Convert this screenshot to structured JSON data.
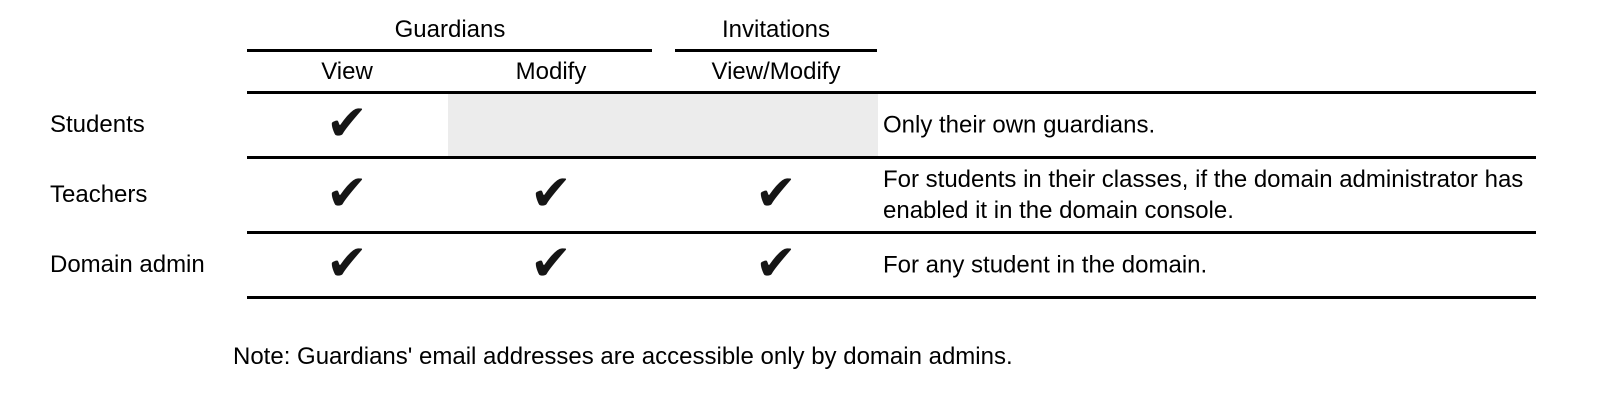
{
  "table": {
    "column_groups": [
      {
        "label": "Guardians",
        "columns": [
          "View",
          "Modify"
        ]
      },
      {
        "label": "Invitations",
        "columns": [
          "View/Modify"
        ]
      }
    ],
    "sub_columns": [
      "View",
      "Modify",
      "View/Modify"
    ],
    "check_glyph": "✔",
    "rows": [
      {
        "label": "Students",
        "checks": [
          true,
          false,
          false
        ],
        "shaded_cells": [
          "Modify",
          "View/Modify"
        ],
        "note": "Only their own guardians."
      },
      {
        "label": "Teachers",
        "checks": [
          true,
          true,
          true
        ],
        "shaded_cells": [],
        "note": "For students in their classes, if the domain administrator has enabled it in the domain console."
      },
      {
        "label": "Domain admin",
        "checks": [
          true,
          true,
          true
        ],
        "shaded_cells": [],
        "note": "For any student in the domain."
      }
    ]
  },
  "footnote": "Note: Guardians' email addresses are accessible only by domain admins.",
  "colors": {
    "page_bg": "#ffffff",
    "text": "#000000",
    "rule": "#000000",
    "shaded_cell_bg": "#ececec",
    "check": "#151515"
  }
}
